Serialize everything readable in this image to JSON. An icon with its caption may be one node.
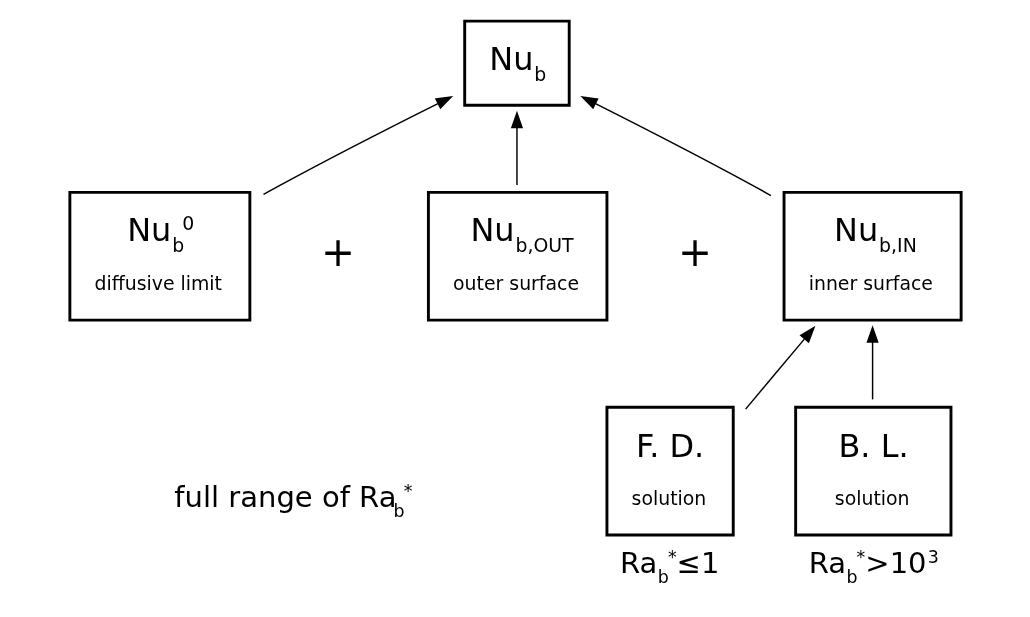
{
  "diagram": {
    "nodes": [
      {
        "text": [
          "Nu$_{b}$"
        ]
      },
      {
        "text": [
          "Nu$_{b}$$^{0}$",
          "diffusive limit"
        ]
      },
      {
        "text": [
          "Nu$_{b,OUT}$",
          "outer surface"
        ]
      },
      {
        "text": [
          "Nu$_{b,IN}$",
          "inner surface"
        ]
      },
      {
        "text": [
          "F. D.",
          "solution"
        ],
        "beside": [
          "Ra$_{b}$$^{*}$≤1"
        ]
      },
      {
        "text": [
          "B. L.",
          "solution"
        ],
        "beside": [
          "Ra$_{b}$$^{*}$>10$^{3}$"
        ]
      }
    ],
    "edges": [
      {
        "from": 1,
        "to": 0,
        "arrow": "to"
      },
      {
        "from": 2,
        "to": 0,
        "arrow": "to"
      },
      {
        "from": 3,
        "to": 0,
        "arrow": "to"
      },
      {
        "from": 4,
        "to": 3,
        "arrow": "to"
      },
      {
        "from": 5,
        "to": 3,
        "arrow": "to"
      }
    ],
    "labels": [
      "+",
      "+",
      "full range of Ra$_{b}$$^{*}$"
    ]
  }
}
